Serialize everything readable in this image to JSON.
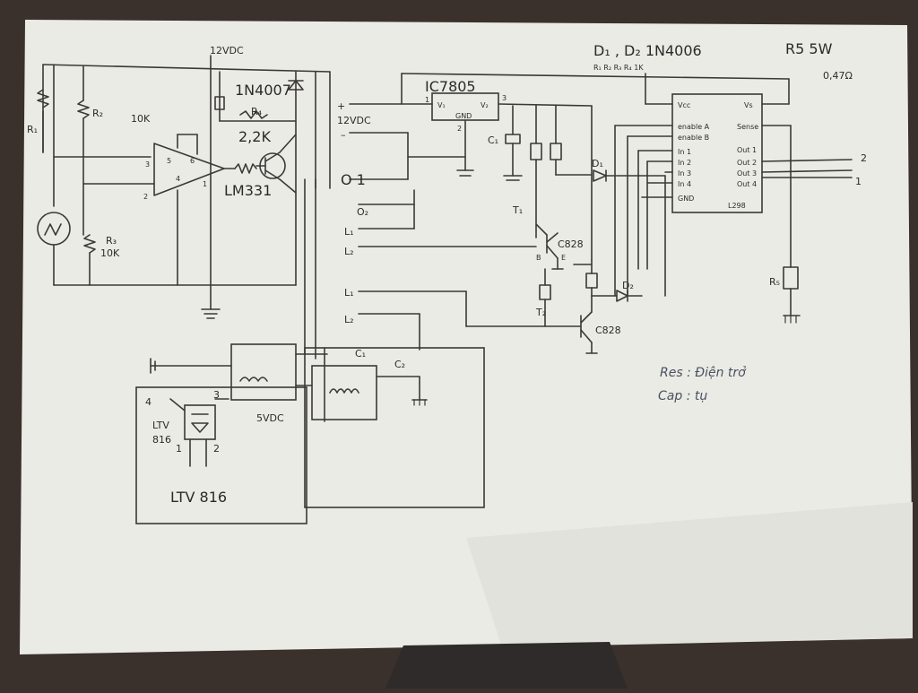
{
  "labels": {
    "supply_top": "12VDC",
    "supply_left": "12VDC",
    "r1": "R₁",
    "r2": "R₂",
    "r2_val": "10K",
    "r3": "R₃",
    "r3_val": "10K",
    "r4": "R₄",
    "r4_val": "2,2K",
    "diode_main": "1N4007",
    "opamp_name": "LM331",
    "opamp_p2": "2",
    "opamp_p3": "3",
    "opamp_p5": "5",
    "opamp_p6": "6",
    "opamp_p4": "4",
    "opamp_p1": "1",
    "reg_name": "IC7805",
    "reg_vin": "V₁",
    "reg_vout": "V₂",
    "reg_gnd": "GND",
    "reg_p1": "1",
    "reg_p2": "2",
    "reg_p3": "3",
    "c1": "C₁",
    "o1": "O 1",
    "o2": "O₂",
    "l1a": "L₁",
    "l2a": "L₂",
    "l1b": "L₁",
    "l2b": "L₂",
    "t1": "T₁",
    "t2": "T₂",
    "q1_name": "C828",
    "q2_name": "C828",
    "q_b": "B",
    "q_e": "E",
    "d1": "D₁",
    "d2": "D₂",
    "r5": "R₅",
    "top_note1": "D₁ , D₂    1N4006",
    "top_note2": "R5   5W",
    "top_note3": "0,47Ω",
    "top_note4": "R₁ R₂ R₃ R₄   1K",
    "l298_vcc": "Vcc",
    "l298_vs": "Vs",
    "l298_ena": "enable A",
    "l298_enb": "enable B",
    "l298_in1": "In 1",
    "l298_in2": "In 2",
    "l298_in3": "In 3",
    "l298_in4": "In 4",
    "l298_gnd": "GND",
    "l298_sense": "Sense",
    "l298_out1": "Out 1",
    "l298_out2": "Out 2",
    "l298_out3": "Out 3",
    "l298_out4": "Out 4",
    "l298_name": "L298",
    "out_2": "2",
    "out_1": "1",
    "relay_label": "5VDC",
    "relay_c1": "C₁",
    "relay_c2": "C₂",
    "ltv_pin4": "4",
    "ltv_pin3": "3",
    "ltv_pin1": "1",
    "ltv_pin2": "2",
    "ltv_name": "LTV",
    "ltv_num": "816",
    "ltv_big": "LTV 816",
    "legend_res": "Res : Điện trở",
    "legend_cap": "Cap : tụ"
  },
  "colors": {
    "paper": "#ebebe6",
    "ink": "#3a3936",
    "background": "#3a302c"
  }
}
